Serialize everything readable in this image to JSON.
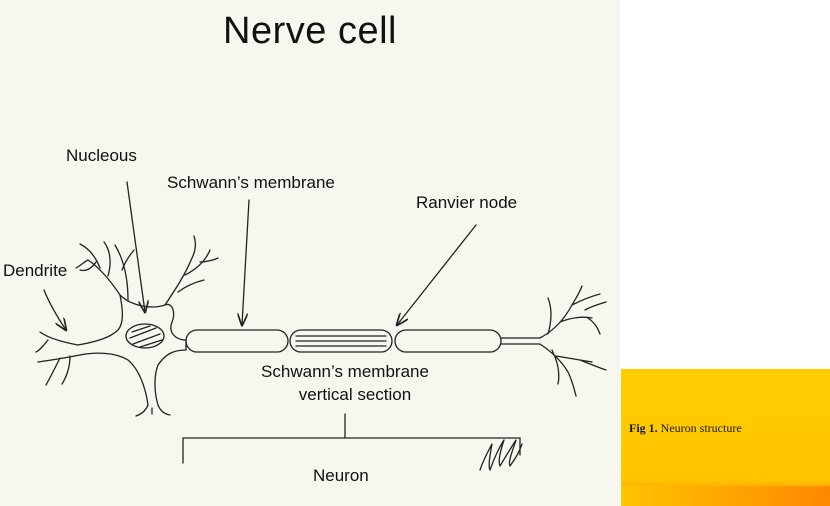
{
  "diagram": {
    "title": "Nerve cell",
    "labels": {
      "nucleous": "Nucleous",
      "schwann_membrane": "Schwann’s membrane",
      "ranvier_node": "Ranvier node",
      "dendrite": "Dendrite",
      "schwann_vertical_line1": "Schwann’s membrane",
      "schwann_vertical_line2": "vertical section",
      "neuron": "Neuron"
    }
  },
  "caption": {
    "figure_label": "Fig 1.",
    "text": "Neuron structure"
  },
  "colors": {
    "diagram_background": "#f7f6ef",
    "caption_background": "#ffcc00",
    "caption_accent": "#ff9900",
    "ink": "#222222"
  }
}
